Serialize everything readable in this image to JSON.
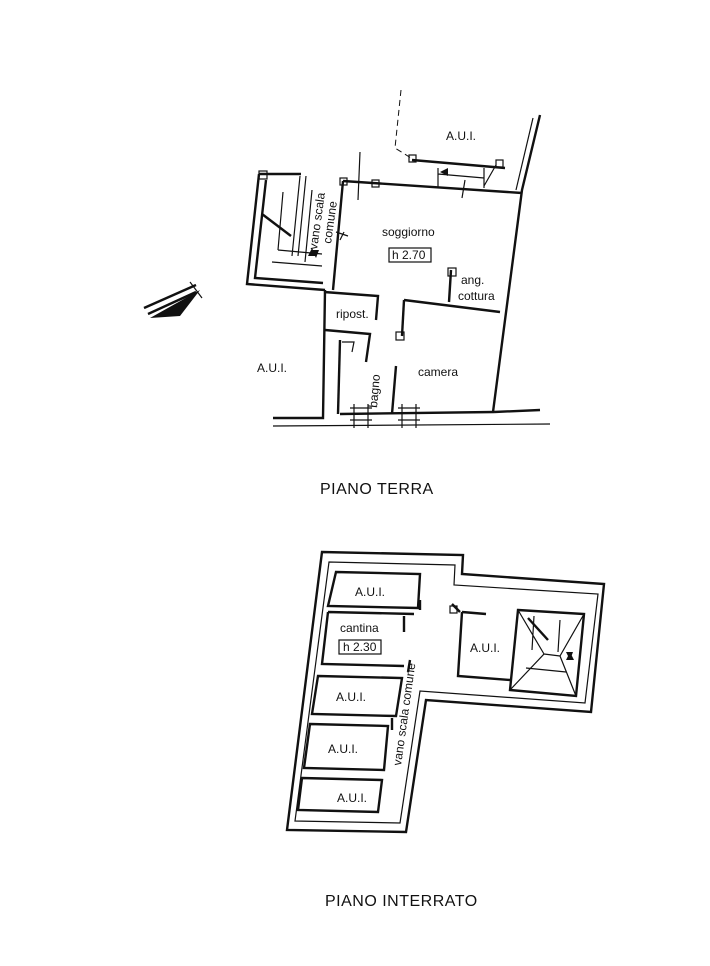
{
  "ground_floor": {
    "title": "PIANO  TERRA",
    "labels": {
      "aui_top": "A.U.I.",
      "aui_left": "A.U.I.",
      "stair": "vano scala",
      "stair_common": "comune",
      "living": "soggiorno",
      "living_height": "h 2.70",
      "kitchen_1": "ang.",
      "kitchen_2": "cottura",
      "storage": "ripost.",
      "bath": "bagno",
      "bedroom": "camera"
    }
  },
  "basement": {
    "title": "PIANO  INTERRATO",
    "labels": {
      "aui_1": "A.U.I.",
      "cellar": "cantina",
      "cellar_height": "h 2.30",
      "aui_2": "A.U.I.",
      "aui_3": "A.U.I.",
      "aui_4": "A.U.I.",
      "aui_5": "A.U.I.",
      "stair_common": "vano scala comune"
    }
  },
  "icons": {
    "north_arrow": "north-arrow-icon"
  }
}
